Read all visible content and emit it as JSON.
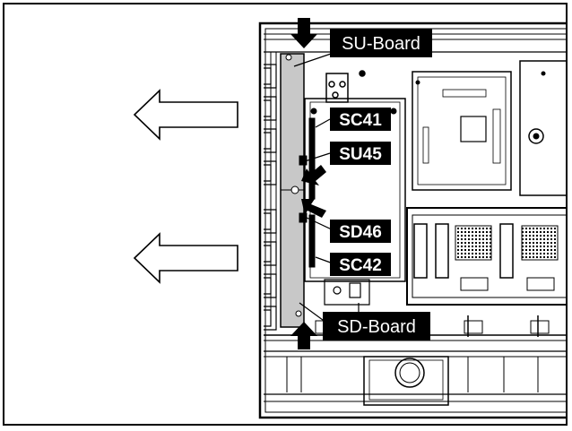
{
  "labels": {
    "su_board": "SU-Board",
    "sd_board": "SD-Board",
    "sc41": "SC41",
    "su45": "SU45",
    "sd46": "SD46",
    "sc42": "SC42"
  },
  "icons": {
    "removal_direction": "left-arrow-outline-icon",
    "pointer": "black-arrow-icon"
  },
  "colors": {
    "board_fill": "#c8c8c8",
    "label_bg": "#000000",
    "label_text": "#ffffff"
  }
}
